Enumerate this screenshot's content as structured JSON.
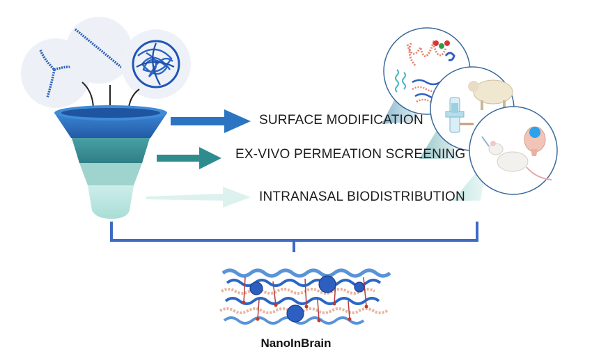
{
  "labels": {
    "surface": "SURFACE MODIFICATION",
    "exvivo": "EX-VIVO PERMEATION SCREENING",
    "intranasal": "INTRANASAL BIODISTRIBUTION"
  },
  "title": "NanoInBrain",
  "colors": {
    "funnel_top": "#2f6fc0",
    "funnel_mid": "#3b8f96",
    "funnel_bottom": "#bfe6e2",
    "arrow_1": "#2a74c2",
    "arrow_2": "#2f8c8e",
    "arrow_3": "#d8f0ec",
    "bracket": "#3e6bc1"
  },
  "icons": {
    "nanoparticles": [
      "branched-polymer-icon",
      "linear-polymer-icon",
      "nanogel-icon"
    ],
    "vignettes": [
      "molecules-icon",
      "sheep-permeation-icon",
      "mouse-brain-icon"
    ]
  }
}
